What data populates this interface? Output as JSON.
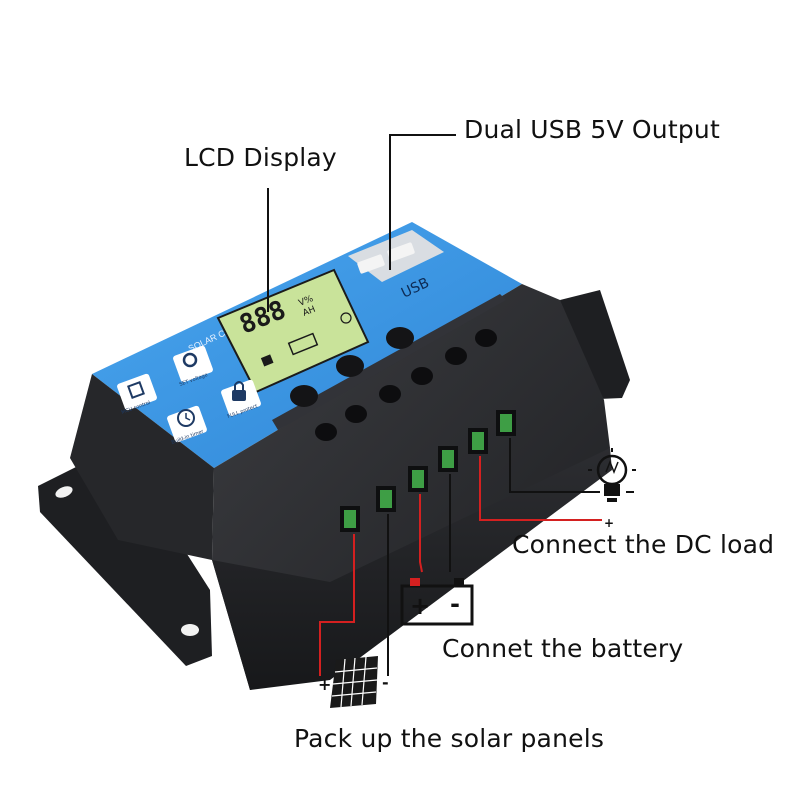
{
  "labels": {
    "lcd_display": "LCD Display",
    "usb_output": "Dual USB 5V Output",
    "dc_load": "Connect the DC load",
    "battery": "Connet the battery",
    "solar": "Pack up the solar panels"
  },
  "device": {
    "panel_title": "SOLAR CHARGE CONTROLLER",
    "usb_text": "USB",
    "lcd_digits": "888",
    "lcd_units_top": "V%",
    "lcd_units_bottom": "AH",
    "icons": [
      {
        "label": "MCU control",
        "icon": "chip-icon"
      },
      {
        "label": "SET voltage",
        "icon": "gear-icon"
      },
      {
        "label": "Build-in timer",
        "icon": "clock-icon"
      },
      {
        "label": "FULL protect",
        "icon": "lock-icon"
      }
    ]
  },
  "symbols": {
    "plus": "+",
    "minus": "-"
  },
  "colors": {
    "housing": "#2a2b2e",
    "panel_blue": "#3f9be6",
    "lcd": "#c9e39a",
    "terminal": "#3e9e45",
    "wire_red": "#d42020",
    "wire_black": "#111111"
  }
}
